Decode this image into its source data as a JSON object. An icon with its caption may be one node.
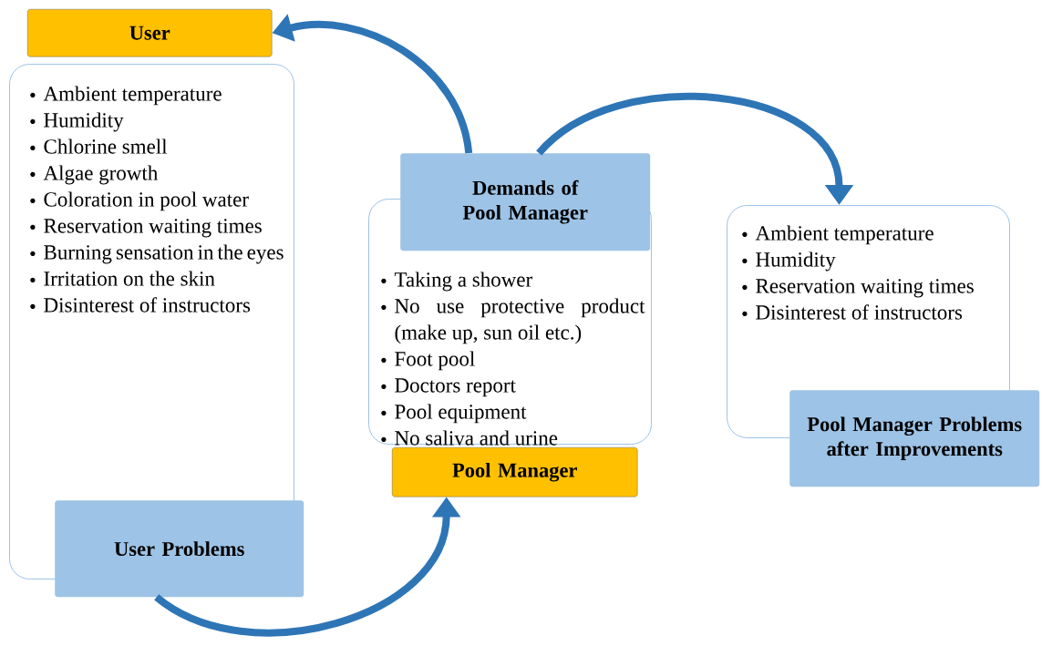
{
  "diagram": {
    "nodes": [
      {
        "text": [
          "User"
        ]
      },
      {
        "text": [
          "Ambient temperature",
          "Humidity",
          "Chlorine smell",
          "Algae growth",
          "Coloration in pool water",
          "Reservation waiting times",
          "Burning sensation in the eyes",
          "Irritation on the skin",
          "Disinterest of instructors"
        ]
      },
      {
        "text": [
          "User Problems"
        ]
      },
      {
        "text": [
          "Demands of Pool Manager"
        ]
      },
      {
        "text": [
          "Taking a shower",
          "No use protective product (make up, sun oil etc.)",
          "Foot pool",
          "Doctors report",
          "Pool equipment",
          "No saliva and urine"
        ]
      },
      {
        "text": [
          "Pool Manager"
        ]
      },
      {
        "text": [
          "Ambient temperature",
          "Humidity",
          "Reservation waiting times",
          "Disinterest of instructors"
        ]
      },
      {
        "text": [
          "Pool Manager Problems after Improvements"
        ]
      }
    ],
    "edges": [
      {
        "from": 3,
        "to": 0,
        "arrow": "to"
      },
      {
        "from": 2,
        "to": 5,
        "arrow": "to"
      },
      {
        "from": 3,
        "to": 6,
        "arrow": "to"
      }
    ]
  }
}
